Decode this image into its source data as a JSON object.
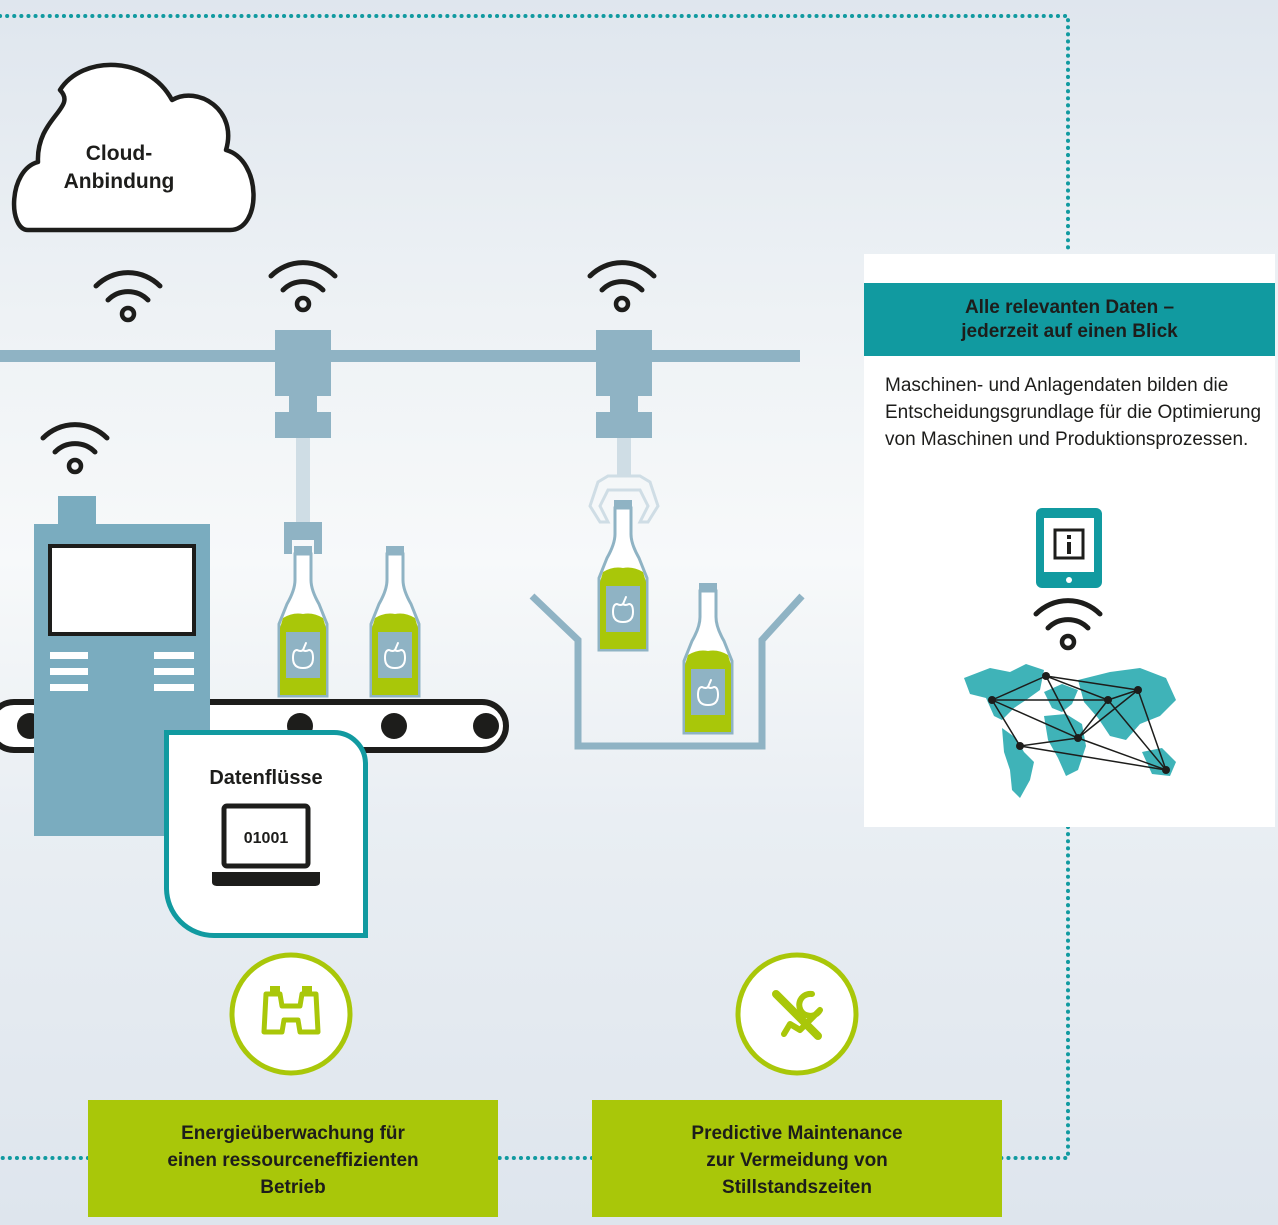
{
  "cloud": {
    "line1": "Cloud-",
    "line2": "Anbindung"
  },
  "datenfluss": {
    "title": "Datenflüsse",
    "screen_code": "01001"
  },
  "info_panel": {
    "header_line1": "Alle relevanten Daten –",
    "header_line2": "jederzeit auf einen Blick",
    "body": "Maschinen- und Anlagendaten bilden die Entscheidungsgrundlage für die Optimierung von Maschinen und Produktionsprozessen."
  },
  "benefits": [
    {
      "line1": "Energieüberwachung für",
      "line2": "einen ressourceneffizienten",
      "line3": "Betrieb"
    },
    {
      "line1": "Predictive Maintenance",
      "line2": "zur Vermeidung von",
      "line3": "Stillstandszeiten"
    }
  ],
  "icons": [
    "cloud-icon",
    "wifi-icon",
    "laptop-icon",
    "tablet-info-icon",
    "world-map-icon",
    "binoculars-icon",
    "tools-icon",
    "apple-icon"
  ],
  "colors": {
    "teal": "#119aa0",
    "lime": "#a9c709",
    "machine_blue": "#7aacbf",
    "rail_blue": "#8fb3c4",
    "dotted_line": "#119aa0"
  }
}
